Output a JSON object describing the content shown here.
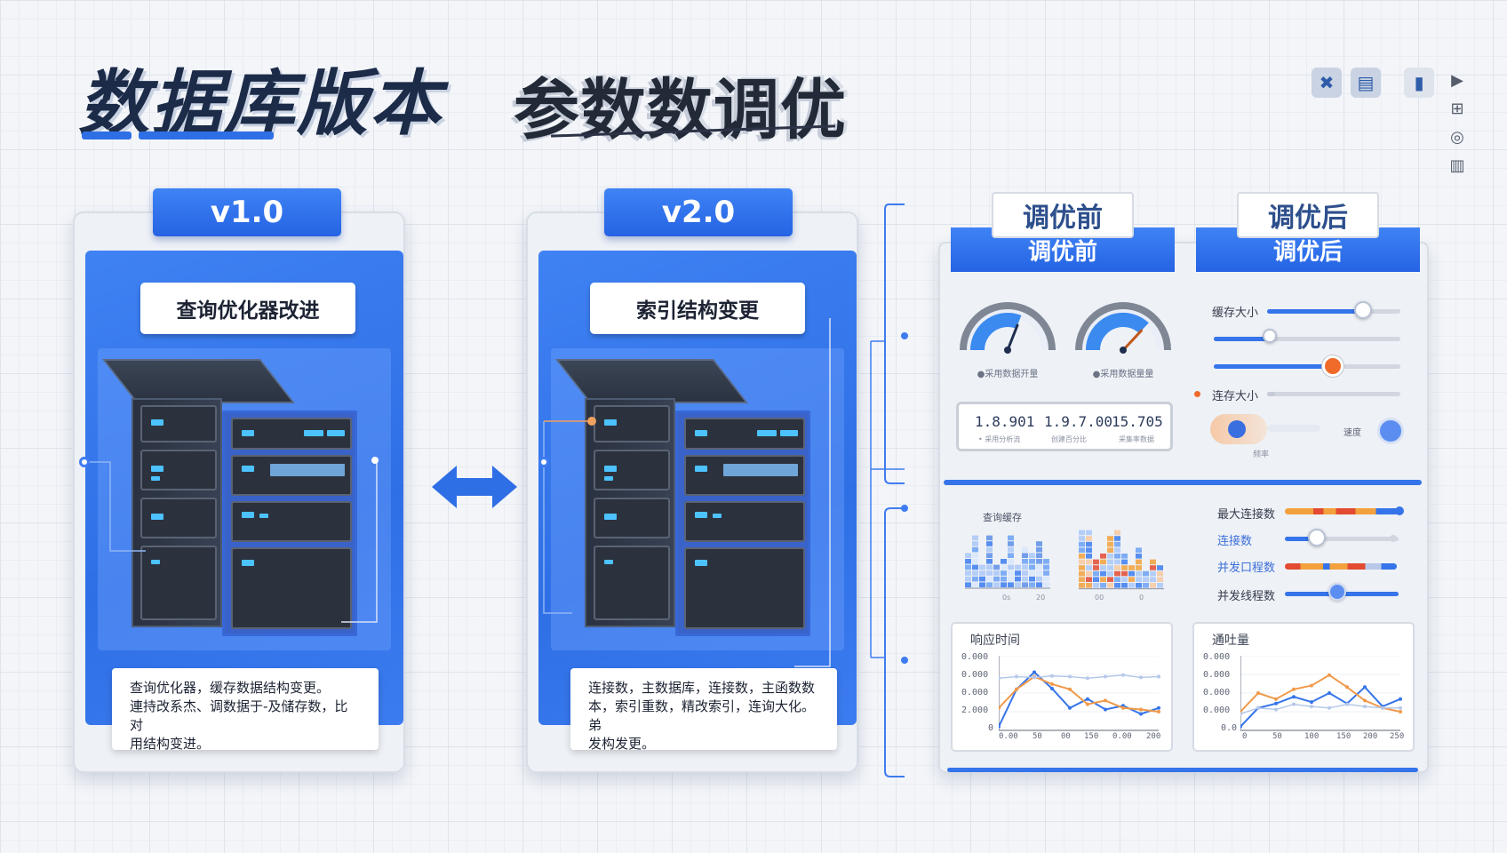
{
  "title": {
    "main": "数据库版本",
    "sub": "参数数调优"
  },
  "top_icons": [
    "✖",
    "▤",
    "▮",
    "▶"
  ],
  "side_icons": [
    "⊞",
    "◎",
    "▥"
  ],
  "versions": [
    {
      "tab": "v1.0",
      "feature": "查询优化器改进",
      "note": [
        "查询优化器，缓存数据结构变更。",
        "連持改系杰、调数据于-及储存数，比对",
        "用结构变进。"
      ]
    },
    {
      "tab": "v2.0",
      "feature": "索引结构变更",
      "note": [
        "连接数，主数据库，连接数，主函数数",
        "本，索引重数，精改索引，连询大化。弟",
        "发构发更。"
      ]
    }
  ],
  "dashboard": {
    "headers": {
      "before": {
        "blue": "调优前",
        "white": "调优前"
      },
      "after": {
        "blue": "调优后",
        "white": "调优后"
      }
    },
    "gauges": [
      {
        "label": "●采用数据开量",
        "value": 0.62
      },
      {
        "label": "●采用数据量量",
        "value": 0.74
      }
    ],
    "readouts": [
      {
        "value": "1.8.901",
        "caption": "• 采用分析流"
      },
      {
        "value": "1.9.7.00",
        "caption": "创建百分比"
      },
      {
        "value": "15.705",
        "caption": "采集率数据"
      }
    ],
    "sliders_top": [
      {
        "label": "缓存大小",
        "value": 0.72,
        "knob": "white"
      },
      {
        "label": "",
        "value": 0.3,
        "knob": "white"
      },
      {
        "label": "",
        "value": 0.64,
        "knob": "orange"
      },
      {
        "label": "连存大小",
        "value": 0.06,
        "knob": "none"
      }
    ],
    "toggle_row": {
      "left_caption": "频率",
      "right_label": "速度"
    },
    "heatmap_title": "查询缓存",
    "heatmap_axis": [
      "0s",
      "20",
      "00",
      "0"
    ],
    "sliders_bottom": [
      {
        "label": "最大连接数",
        "value": 0.9,
        "style": "multi"
      },
      {
        "label": "连接数",
        "value": 0.28,
        "style": "knob"
      },
      {
        "label": "并发口程数",
        "value": 0.96,
        "style": "multi"
      },
      {
        "label": "并发线程数",
        "value": 0.46,
        "style": "knob"
      }
    ],
    "line_charts": [
      {
        "title": "响应时间",
        "yticks": [
          "0.000",
          "0.000",
          "0.000",
          "2.000",
          "0"
        ],
        "xticks": [
          "0.00",
          "50",
          "00",
          "150",
          "0.00",
          "200"
        ],
        "series": [
          {
            "name": "",
            "color": "#3574ea",
            "values": [
              0.05,
              0.55,
              0.78,
              0.56,
              0.3,
              0.42,
              0.28,
              0.33,
              0.22,
              0.3
            ]
          },
          {
            "name": "",
            "color": "#f09a4a",
            "values": [
              0.3,
              0.55,
              0.72,
              0.62,
              0.55,
              0.35,
              0.4,
              0.3,
              0.28,
              0.25
            ]
          },
          {
            "name": "",
            "color": "#b6c8ea",
            "values": [
              0.7,
              0.72,
              0.71,
              0.73,
              0.72,
              0.7,
              0.72,
              0.74,
              0.71,
              0.72
            ]
          }
        ]
      },
      {
        "title": "通吐量",
        "yticks": [
          "0.000",
          "0.000",
          "0.000",
          "0.000",
          "0.0"
        ],
        "xticks": [
          "0",
          "50",
          "100",
          "150",
          "200",
          "250"
        ],
        "series": [
          {
            "name": "",
            "color": "#3574ea",
            "values": [
              0.05,
              0.3,
              0.36,
              0.45,
              0.38,
              0.5,
              0.36,
              0.58,
              0.32,
              0.42
            ]
          },
          {
            "name": "",
            "color": "#f09a4a",
            "values": [
              0.25,
              0.5,
              0.42,
              0.55,
              0.6,
              0.74,
              0.58,
              0.4,
              0.3,
              0.25
            ]
          },
          {
            "name": "",
            "color": "#b6c8ea",
            "values": [
              0.22,
              0.3,
              0.28,
              0.35,
              0.32,
              0.3,
              0.35,
              0.32,
              0.3,
              0.3
            ]
          }
        ]
      }
    ]
  },
  "colors": {
    "accent": "#2f6fe6",
    "orange": "#f06a2a",
    "dark": "#1b2b48"
  }
}
